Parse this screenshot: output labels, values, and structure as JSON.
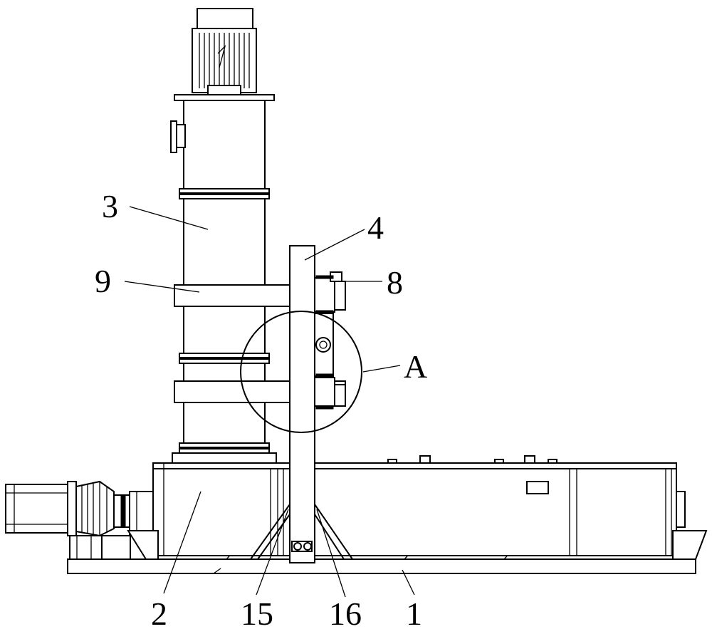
{
  "labels": {
    "part_1": "1",
    "part_2": "2",
    "part_3": "3",
    "part_4": "4",
    "part_8": "8",
    "part_9": "9",
    "part_15": "15",
    "part_16": "16",
    "detail_a": "A"
  }
}
